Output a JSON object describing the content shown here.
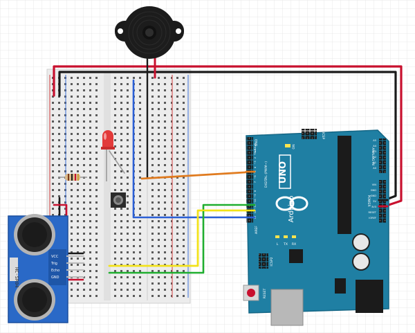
{
  "arduino": {
    "logo_text": "UNO",
    "brand_text": "Arduino",
    "digital_label": "DIGITAL (PWM~)",
    "analog_label": "ANALOG IN",
    "power_label": "POWER",
    "icsp_label": "ICSP",
    "icsp2_label": "ICSP2",
    "aref_label": "AREF",
    "gnd_label": "GND",
    "on_label": "ON",
    "l_label": "L",
    "tx_label": "TX",
    "rx_label": "RX",
    "reset_label": "RESET",
    "power_pins": [
      "VIN",
      "GND",
      "GND",
      "5V",
      "3V3",
      "RESET",
      "IOREF"
    ],
    "analog_pins": [
      "A5",
      "A4",
      "A3",
      "A2",
      "A1",
      "A0"
    ],
    "digital_pins": [
      "RX◄0",
      "TX►1",
      "2",
      "~3",
      "4",
      "~5",
      "~6",
      "7",
      "8",
      "~9",
      "~10",
      "~11",
      "12",
      "13"
    ]
  },
  "sensor": {
    "label": "HC-SR04",
    "pins": [
      "VCC",
      "Trig",
      "Echo",
      "GND"
    ]
  },
  "colors": {
    "board": "#1f7fa3",
    "board_dark": "#146685",
    "wire_red": "#c8102e",
    "wire_black": "#1a1a1a",
    "wire_orange": "#e07b1f",
    "wire_blue": "#2a5fd6",
    "wire_green": "#1fae2f",
    "wire_yellow": "#f2e21a",
    "led": "#e23a3a",
    "grid": "#e4e4e4"
  }
}
